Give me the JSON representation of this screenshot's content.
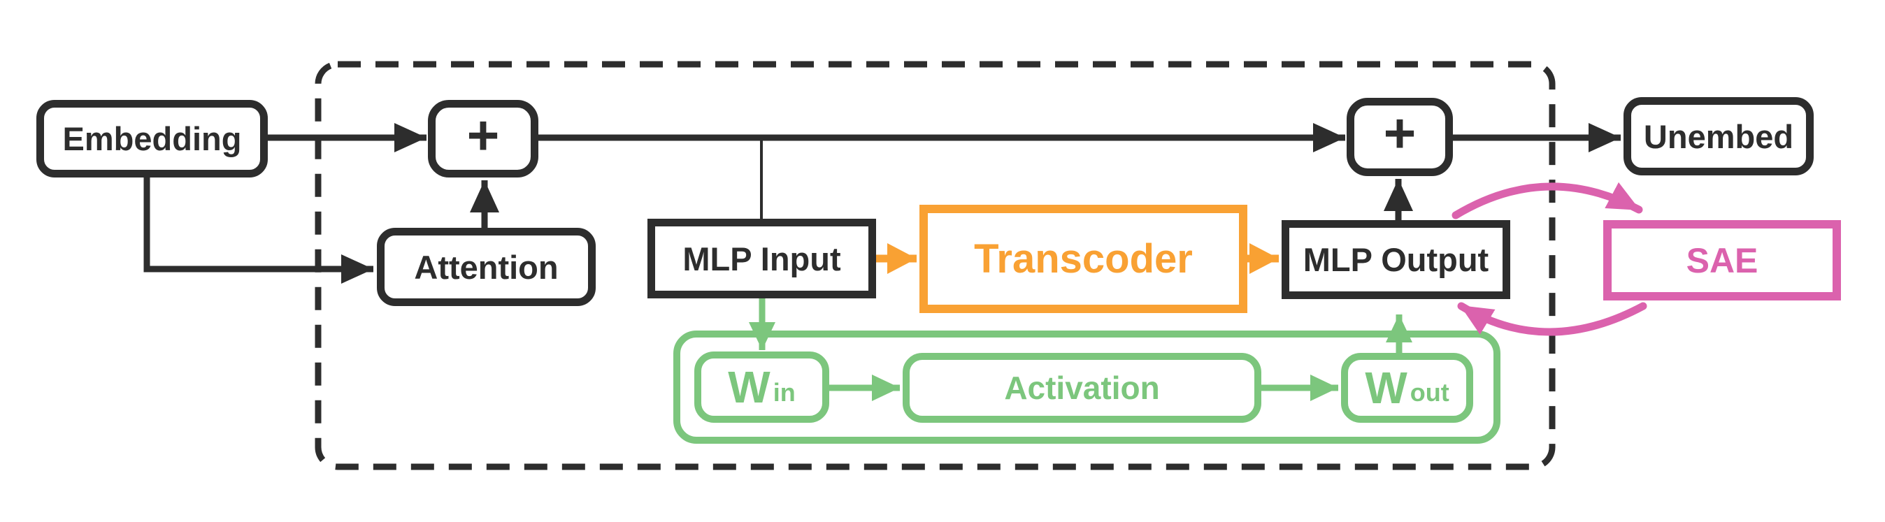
{
  "diagram_type": "transformer-block-transcoder-architecture",
  "colors": {
    "black": "#2d2d2d",
    "orange": "#F9A133",
    "green": "#7CC67D",
    "pink": "#DB62AD",
    "background": "#ffffff"
  },
  "nodes": {
    "embedding": {
      "label": "Embedding"
    },
    "residual_add_1": {
      "label": "+"
    },
    "attention": {
      "label": "Attention"
    },
    "mlp_input": {
      "label": "MLP Input"
    },
    "transcoder": {
      "label": "Transcoder"
    },
    "mlp_output": {
      "label": "MLP Output"
    },
    "residual_add_2": {
      "label": "+"
    },
    "unembed": {
      "label": "Unembed"
    },
    "sae": {
      "label": "SAE"
    },
    "w_in": {
      "main": "W",
      "sub": "in"
    },
    "activation": {
      "label": "Activation"
    },
    "w_out": {
      "main": "W",
      "sub": "out"
    }
  },
  "edges": [
    {
      "from": "embedding",
      "to": "residual_add_1",
      "color": "black"
    },
    {
      "from": "embedding",
      "to": "attention",
      "color": "black"
    },
    {
      "from": "attention",
      "to": "residual_add_1",
      "color": "black"
    },
    {
      "from": "residual_add_1",
      "to": "residual_add_2",
      "color": "black"
    },
    {
      "from": "residual_stream",
      "to": "mlp_input",
      "color": "black"
    },
    {
      "from": "mlp_input",
      "to": "transcoder",
      "color": "orange"
    },
    {
      "from": "transcoder",
      "to": "mlp_output",
      "color": "orange"
    },
    {
      "from": "mlp_input",
      "to": "w_in",
      "color": "green"
    },
    {
      "from": "w_in",
      "to": "activation",
      "color": "green"
    },
    {
      "from": "activation",
      "to": "w_out",
      "color": "green"
    },
    {
      "from": "w_out",
      "to": "mlp_output",
      "color": "green"
    },
    {
      "from": "mlp_output",
      "to": "residual_add_2",
      "color": "black"
    },
    {
      "from": "residual_add_2",
      "to": "unembed",
      "color": "black"
    },
    {
      "from": "mlp_output",
      "to": "sae",
      "color": "pink"
    },
    {
      "from": "sae",
      "to": "mlp_output",
      "color": "pink"
    }
  ],
  "containers": {
    "transformer_block": {
      "style": "dashed-rounded-rect",
      "color": "black"
    },
    "mlp_internals": {
      "style": "solid-rounded-rect",
      "color": "green"
    }
  }
}
